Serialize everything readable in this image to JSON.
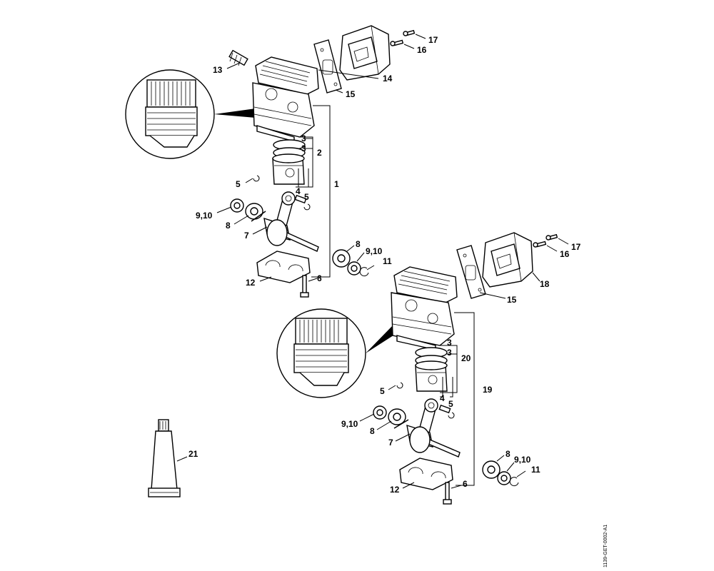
{
  "labels": {
    "l1": "1",
    "l2": "2",
    "l3a": "3",
    "l3b": "3",
    "l4": "4",
    "l5": "5",
    "l5b": "5",
    "l6": "6",
    "l7": "7",
    "l8": "8",
    "l8b": "8",
    "l910": "9,10",
    "l910b": "9,10",
    "l11": "11",
    "l12": "12",
    "l13": "13",
    "l14": "14",
    "l15": "15",
    "l16": "16",
    "l17": "17",
    "m3a": "3",
    "m3b": "3",
    "m4": "4",
    "m5": "5",
    "m5b": "5",
    "m6": "6",
    "m7": "7",
    "m8": "8",
    "m8b": "8",
    "m910": "9,10",
    "m910b": "9,10",
    "m11": "11",
    "m12": "12",
    "m15": "15",
    "m16": "16",
    "m17": "17",
    "m18": "18",
    "m19": "19",
    "m20": "20",
    "m21": "21"
  },
  "reference_code": "1139-GET-0002-A1"
}
